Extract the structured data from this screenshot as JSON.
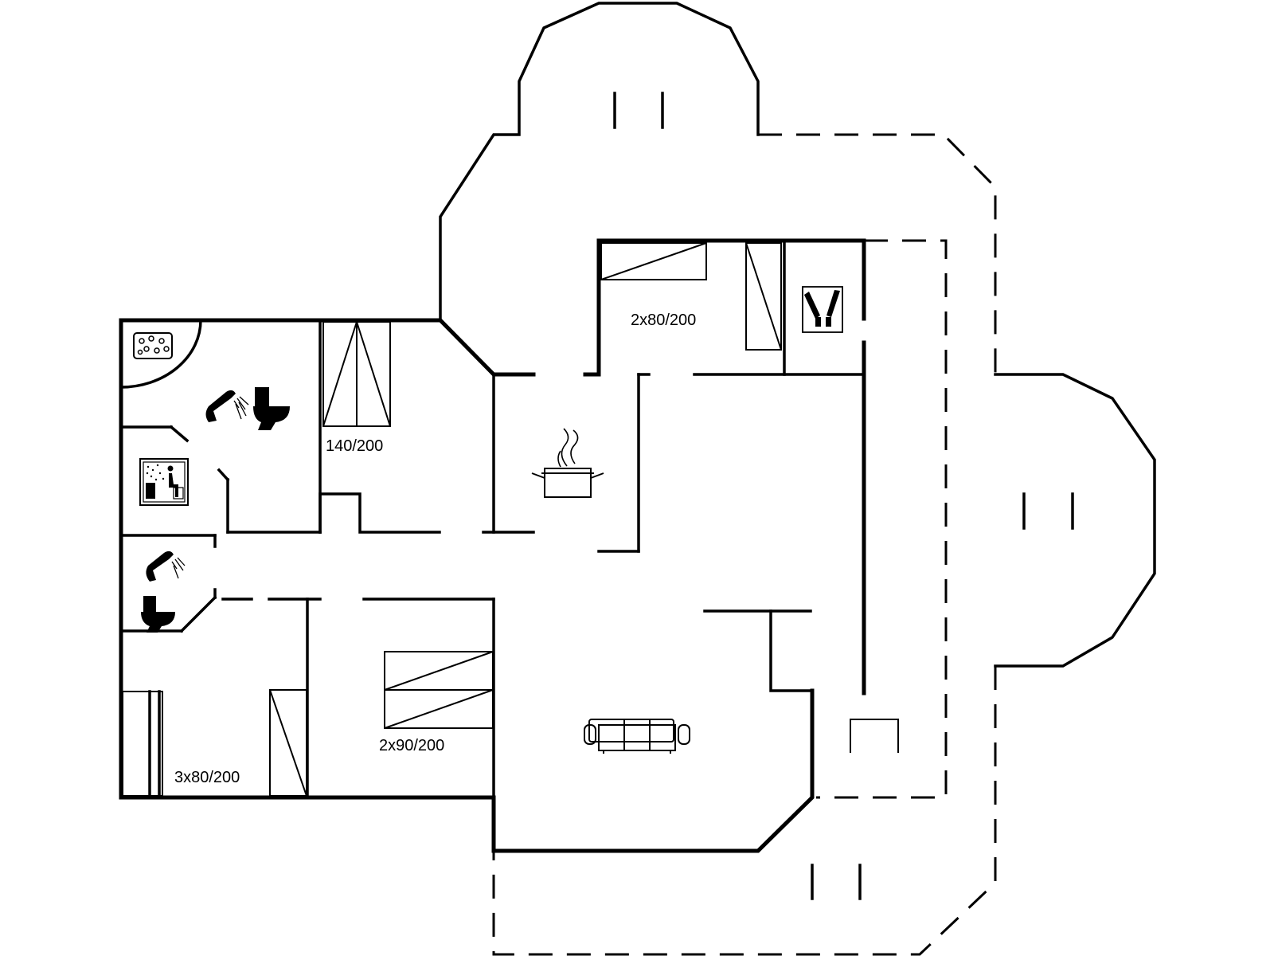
{
  "floor_plan": {
    "bed_labels": {
      "double_bed": "140/200",
      "top_twin": "2x80/200",
      "middle_twin": "2x90/200",
      "bottom_triple": "3x80/200"
    },
    "icons": [
      "whirlpool-icon",
      "shower-icon",
      "toilet-icon",
      "sauna-icon",
      "kitchen-pot-icon",
      "sofa-icon",
      "utility-brushes-icon"
    ],
    "colors": {
      "lines": "#000000",
      "background": "#ffffff"
    }
  }
}
